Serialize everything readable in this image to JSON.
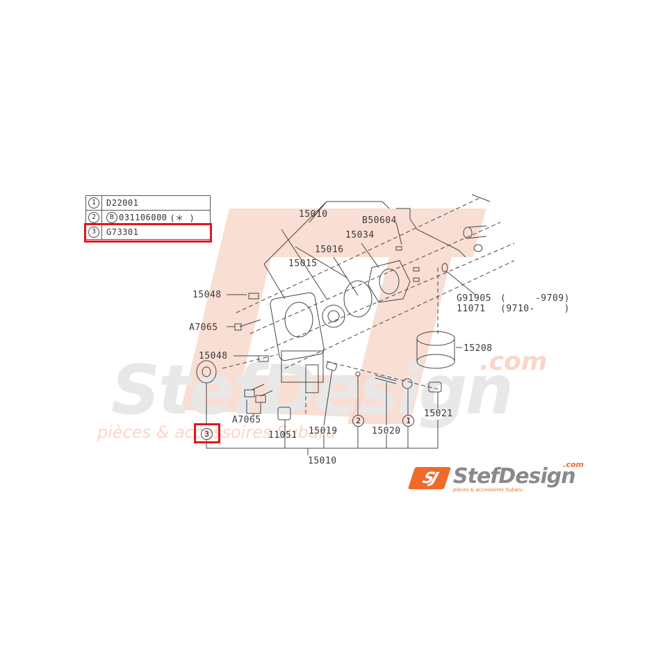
{
  "diagram": {
    "title": "Oil pump assembly parts diagram",
    "legend": [
      {
        "num": "1",
        "value": "D22001"
      },
      {
        "num": "2",
        "value": "B031106000 (＊ )",
        "prefix": "B",
        "code": "031106000",
        "note": "(＊ )"
      },
      {
        "num": "3",
        "value": "G73301",
        "highlighted": true
      }
    ],
    "callouts": {
      "c1": "1",
      "c2": "2",
      "c3": "3"
    },
    "labels": {
      "p15010_top": "15010",
      "p15016": "15016",
      "p15015": "15015",
      "p15034": "15034",
      "pB50604": "B50604",
      "p15048_a": "15048",
      "pA7065_a": "A7065",
      "p15048_b": "15048",
      "pG91905": "G91905",
      "pG91905_range": "(     -9709)",
      "p11071": "11071",
      "p11071_range": "(9710-     )",
      "p15208": "15208",
      "pA7065_b": "A7065",
      "p11051": "11051",
      "p15019": "15019",
      "p15020": "15020",
      "p15021": "15021",
      "p15010_bottom": "15010"
    },
    "highlight_color": "#e3141c"
  },
  "watermark": {
    "text": "StefDesign",
    "com": ".com",
    "sub": "pièces & accessoires Subaru"
  },
  "logo": {
    "mark": "SJ",
    "name": "StefDesign",
    "com": ".com",
    "sub": "pièces & accessoires Subaru",
    "accent": "#f06a2a"
  }
}
